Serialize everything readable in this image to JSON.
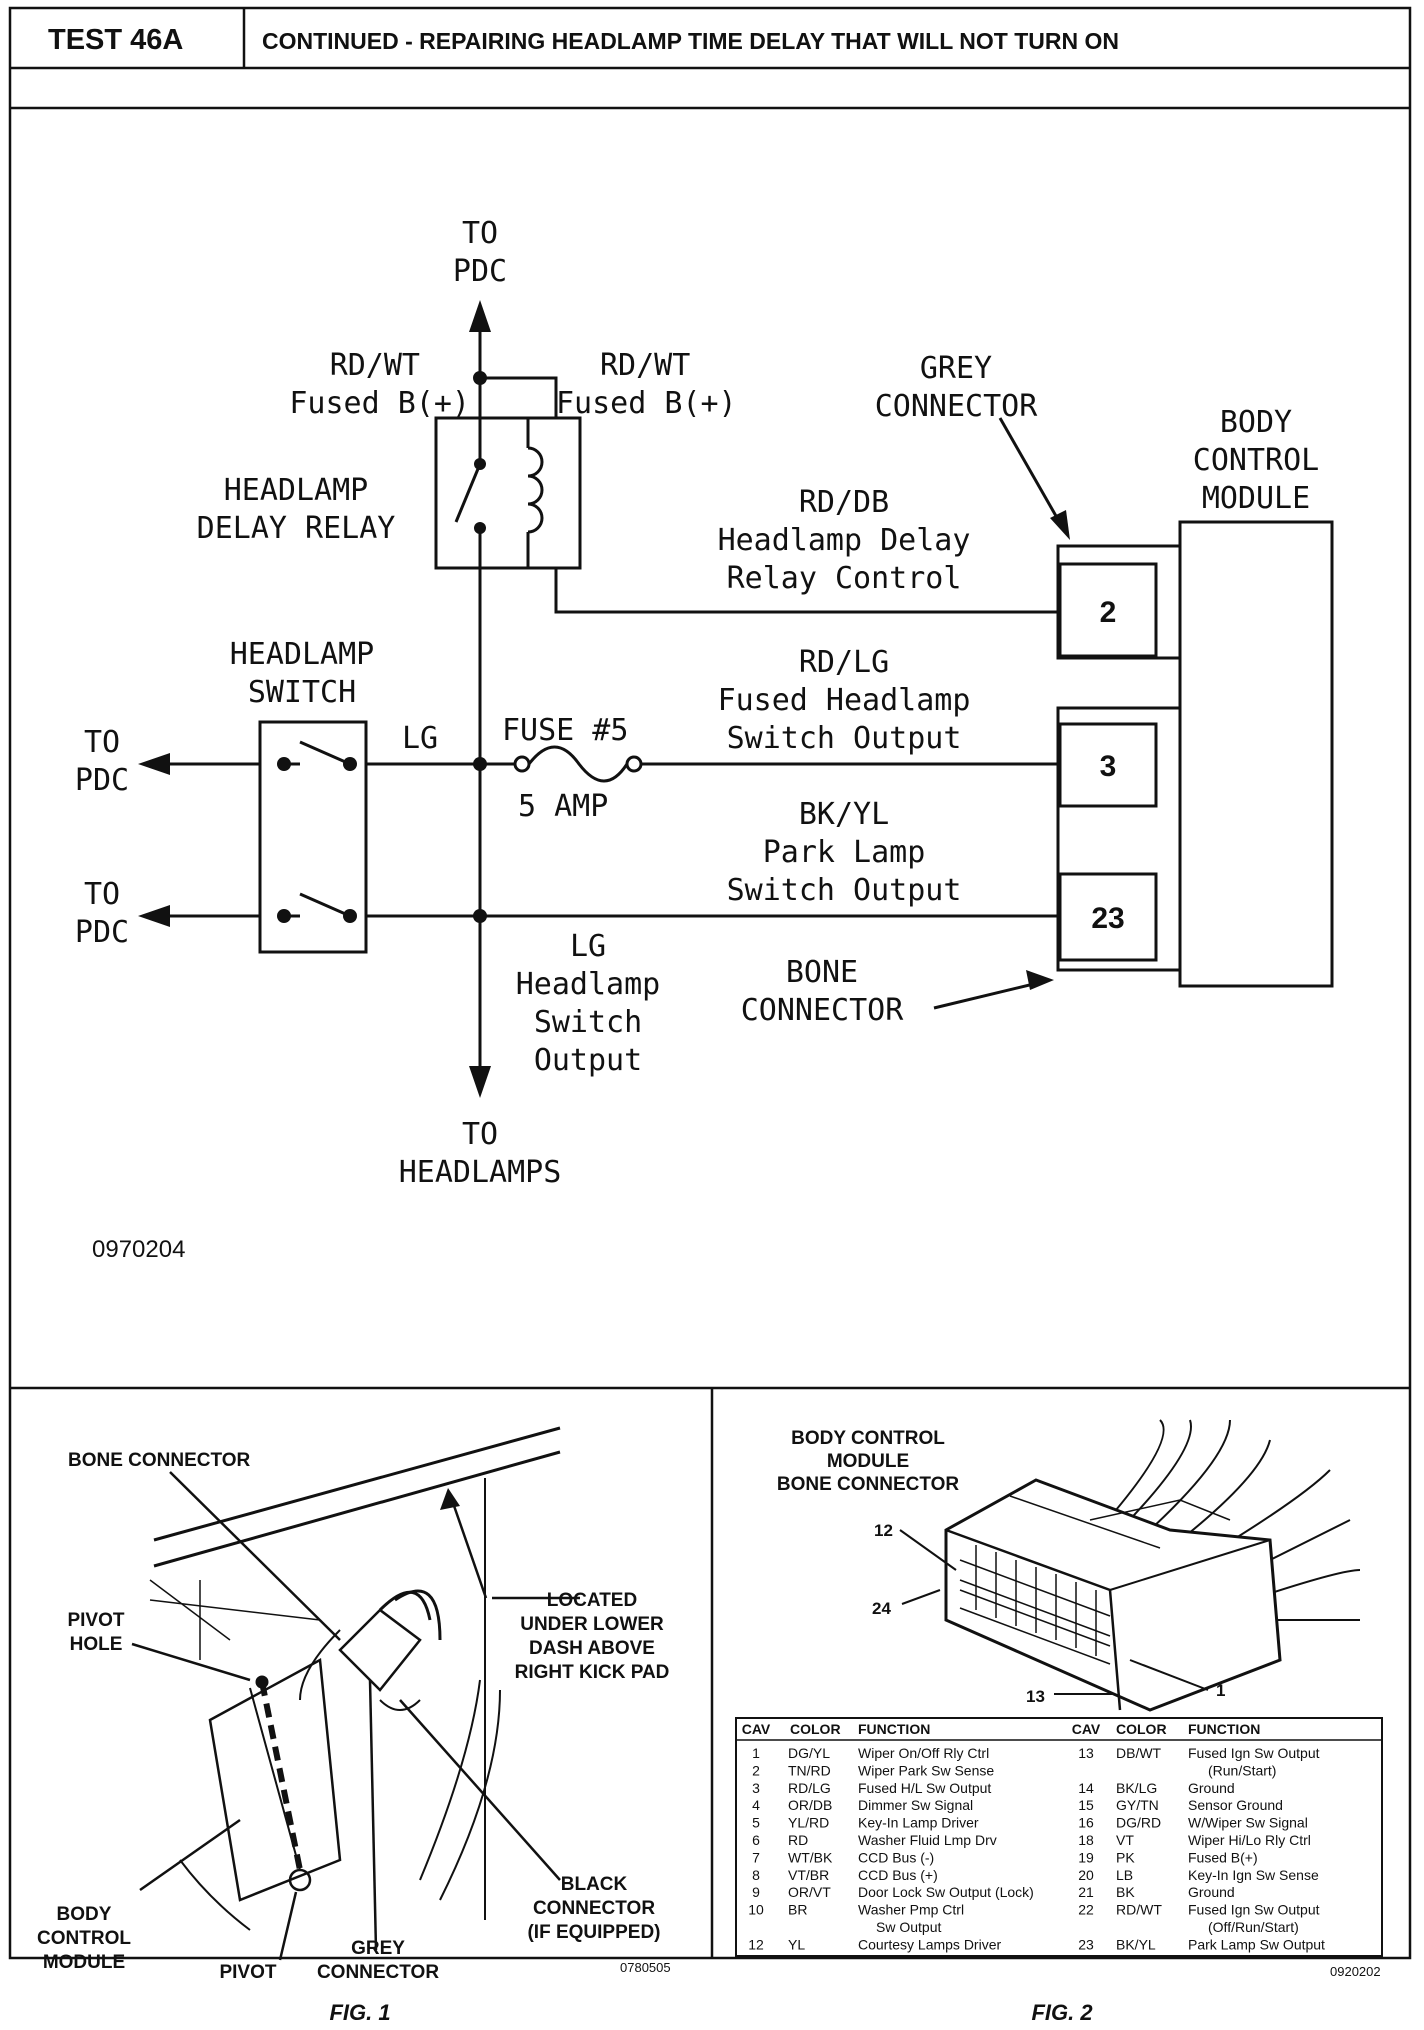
{
  "header": {
    "test_id": "TEST 46A",
    "title": "CONTINUED - REPAIRING HEADLAMP TIME DELAY THAT WILL NOT TURN ON"
  },
  "schematic": {
    "to_pdc_top": [
      "TO",
      "PDC"
    ],
    "rdwt_left": [
      "RD/WT",
      "Fused B(+)"
    ],
    "rdwt_right": [
      "RD/WT",
      "Fused B(+)"
    ],
    "relay_label": [
      "HEADLAMP",
      "DELAY RELAY"
    ],
    "grey_connector": [
      "GREY",
      "CONNECTOR"
    ],
    "bcm_label": [
      "BODY",
      "CONTROL",
      "MODULE"
    ],
    "rddb": [
      "RD/DB",
      "Headlamp Delay",
      "Relay Control"
    ],
    "headlamp_switch": [
      "HEADLAMP",
      "SWITCH"
    ],
    "lg_short": "LG",
    "fuse": "FUSE #5",
    "fuse_amp": "5 AMP",
    "rdlg": [
      "RD/LG",
      "Fused Headlamp",
      "Switch Output"
    ],
    "bkyl": [
      "BK/YL",
      "Park Lamp",
      "Switch Output"
    ],
    "to_pdc_1": [
      "TO",
      "PDC"
    ],
    "to_pdc_2": [
      "TO",
      "PDC"
    ],
    "lg_out": [
      "LG",
      "Headlamp",
      "Switch",
      "Output"
    ],
    "bone_connector": [
      "BONE",
      "CONNECTOR"
    ],
    "to_headlamps": [
      "TO",
      "HEADLAMPS"
    ],
    "pins": [
      "2",
      "3",
      "23"
    ],
    "code": "0970204"
  },
  "fig1": {
    "bone_connector": "BONE CONNECTOR",
    "pivot_hole": [
      "PIVOT",
      "HOLE"
    ],
    "located": [
      "LOCATED",
      "UNDER LOWER",
      "DASH ABOVE",
      "RIGHT KICK PAD"
    ],
    "black_connector": [
      "BLACK",
      "CONNECTOR",
      "(IF EQUIPPED)"
    ],
    "bcm": [
      "BODY",
      "CONTROL",
      "MODULE"
    ],
    "pivot": "PIVOT",
    "grey_connector": [
      "GREY",
      "CONNECTOR"
    ],
    "code": "0780505",
    "caption": "FIG. 1"
  },
  "fig2": {
    "title": [
      "BODY CONTROL",
      "MODULE",
      "BONE CONNECTOR"
    ],
    "pin_labels": [
      "12",
      "24",
      "13",
      "1"
    ],
    "table_headers": [
      "CAV",
      "COLOR",
      "FUNCTION",
      "CAV",
      "COLOR",
      "FUNCTION"
    ],
    "left_rows": [
      [
        "1",
        "DG/YL",
        "Wiper On/Off Rly Ctrl"
      ],
      [
        "2",
        "TN/RD",
        "Wiper Park Sw Sense"
      ],
      [
        "3",
        "RD/LG",
        "Fused H/L Sw Output"
      ],
      [
        "4",
        "OR/DB",
        "Dimmer Sw Signal"
      ],
      [
        "5",
        "YL/RD",
        "Key-In Lamp Driver"
      ],
      [
        "6",
        "RD",
        "Washer Fluid Lmp Drv"
      ],
      [
        "7",
        "WT/BK",
        "CCD Bus (-)"
      ],
      [
        "8",
        "VT/BR",
        "CCD Bus (+)"
      ],
      [
        "9",
        "OR/VT",
        "Door Lock Sw Output (Lock)"
      ],
      [
        "10",
        "BR",
        "Washer Pmp Ctrl"
      ],
      [
        "",
        "",
        "Sw Output"
      ],
      [
        "12",
        "YL",
        "Courtesy Lamps Driver"
      ]
    ],
    "right_rows": [
      [
        "13",
        "DB/WT",
        "Fused Ign Sw Output"
      ],
      [
        "",
        "",
        "(Run/Start)"
      ],
      [
        "14",
        "BK/LG",
        "Ground"
      ],
      [
        "15",
        "GY/TN",
        "Sensor Ground"
      ],
      [
        "16",
        "DG/RD",
        "W/Wiper Sw Signal"
      ],
      [
        "18",
        "VT",
        "Wiper Hi/Lo Rly Ctrl"
      ],
      [
        "19",
        "PK",
        "Fused B(+)"
      ],
      [
        "20",
        "LB",
        "Key-In Ign Sw Sense"
      ],
      [
        "21",
        "BK",
        "Ground"
      ],
      [
        "22",
        "RD/WT",
        "Fused Ign Sw Output"
      ],
      [
        "",
        "",
        "(Off/Run/Start)"
      ],
      [
        "23",
        "BK/YL",
        "Park Lamp Sw Output"
      ]
    ],
    "code": "0920202",
    "caption": "FIG. 2"
  }
}
